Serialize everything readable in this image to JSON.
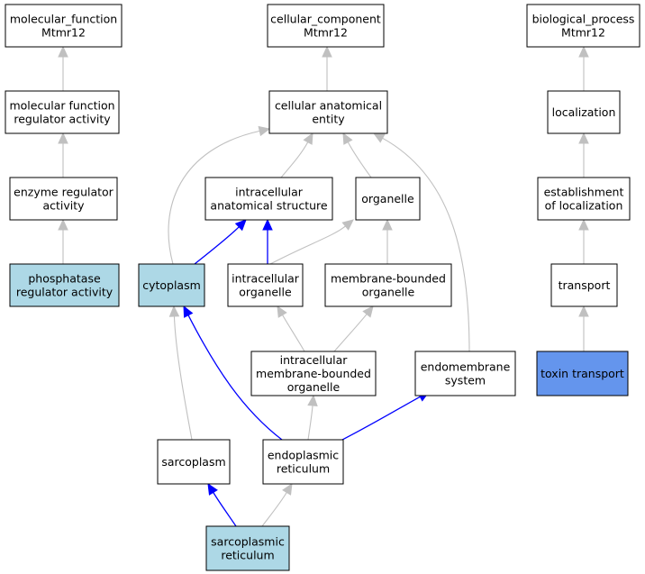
{
  "colors": {
    "default_fill": "#ffffff",
    "highlight_fill": "#add8e6",
    "query_fill": "#6495ed",
    "edge_gray": "#c0c0c0",
    "edge_blue": "#0000ff"
  },
  "nodes": [
    {
      "id": "mf_root",
      "lines": [
        "molecular_function",
        "Mtmr12"
      ],
      "style": "default"
    },
    {
      "id": "cc_root",
      "lines": [
        "cellular_component",
        "Mtmr12"
      ],
      "style": "default"
    },
    {
      "id": "bp_root",
      "lines": [
        "biological_process",
        "Mtmr12"
      ],
      "style": "default"
    },
    {
      "id": "mf_reg",
      "lines": [
        "molecular function",
        "regulator activity"
      ],
      "style": "default"
    },
    {
      "id": "cae",
      "lines": [
        "cellular anatomical",
        "entity"
      ],
      "style": "default"
    },
    {
      "id": "localization",
      "lines": [
        "localization"
      ],
      "style": "default"
    },
    {
      "id": "enzyme_reg",
      "lines": [
        "enzyme regulator",
        "activity"
      ],
      "style": "default"
    },
    {
      "id": "ias",
      "lines": [
        "intracellular",
        "anatomical structure"
      ],
      "style": "default"
    },
    {
      "id": "organelle",
      "lines": [
        "organelle"
      ],
      "style": "default"
    },
    {
      "id": "est_loc",
      "lines": [
        "establishment",
        "of localization"
      ],
      "style": "default"
    },
    {
      "id": "phosphatase",
      "lines": [
        "phosphatase",
        "regulator activity"
      ],
      "style": "highlight"
    },
    {
      "id": "cytoplasm",
      "lines": [
        "cytoplasm"
      ],
      "style": "highlight"
    },
    {
      "id": "intra_org",
      "lines": [
        "intracellular",
        "organelle"
      ],
      "style": "default"
    },
    {
      "id": "mbo",
      "lines": [
        "membrane-bounded",
        "organelle"
      ],
      "style": "default"
    },
    {
      "id": "transport",
      "lines": [
        "transport"
      ],
      "style": "default"
    },
    {
      "id": "imbo",
      "lines": [
        "intracellular",
        "membrane-bounded",
        "organelle"
      ],
      "style": "default"
    },
    {
      "id": "endomem",
      "lines": [
        "endomembrane",
        "system"
      ],
      "style": "default"
    },
    {
      "id": "toxin",
      "lines": [
        "toxin transport"
      ],
      "style": "query"
    },
    {
      "id": "sarcoplasm",
      "lines": [
        "sarcoplasm"
      ],
      "style": "default"
    },
    {
      "id": "er",
      "lines": [
        "endoplasmic",
        "reticulum"
      ],
      "style": "default"
    },
    {
      "id": "sr",
      "lines": [
        "sarcoplasmic",
        "reticulum"
      ],
      "style": "highlight"
    }
  ],
  "edges": [
    {
      "from": "mf_reg",
      "to": "mf_root",
      "color": "gray"
    },
    {
      "from": "enzyme_reg",
      "to": "mf_reg",
      "color": "gray"
    },
    {
      "from": "phosphatase",
      "to": "enzyme_reg",
      "color": "gray"
    },
    {
      "from": "cae",
      "to": "cc_root",
      "color": "gray"
    },
    {
      "from": "ias",
      "to": "cae",
      "color": "gray"
    },
    {
      "from": "organelle",
      "to": "cae",
      "color": "gray"
    },
    {
      "from": "cytoplasm",
      "to": "cae",
      "color": "gray"
    },
    {
      "from": "endomem",
      "to": "cae",
      "color": "gray"
    },
    {
      "from": "cytoplasm",
      "to": "ias",
      "color": "blue"
    },
    {
      "from": "intra_org",
      "to": "ias",
      "color": "blue"
    },
    {
      "from": "intra_org",
      "to": "organelle",
      "color": "gray"
    },
    {
      "from": "mbo",
      "to": "organelle",
      "color": "gray"
    },
    {
      "from": "imbo",
      "to": "intra_org",
      "color": "gray"
    },
    {
      "from": "imbo",
      "to": "mbo",
      "color": "gray"
    },
    {
      "from": "sarcoplasm",
      "to": "cytoplasm",
      "color": "gray"
    },
    {
      "from": "er",
      "to": "cytoplasm",
      "color": "blue"
    },
    {
      "from": "er",
      "to": "imbo",
      "color": "gray"
    },
    {
      "from": "er",
      "to": "endomem",
      "color": "blue"
    },
    {
      "from": "sr",
      "to": "sarcoplasm",
      "color": "blue"
    },
    {
      "from": "sr",
      "to": "er",
      "color": "gray"
    },
    {
      "from": "localization",
      "to": "bp_root",
      "color": "gray"
    },
    {
      "from": "est_loc",
      "to": "localization",
      "color": "gray"
    },
    {
      "from": "transport",
      "to": "est_loc",
      "color": "gray"
    },
    {
      "from": "toxin",
      "to": "transport",
      "color": "gray"
    }
  ]
}
